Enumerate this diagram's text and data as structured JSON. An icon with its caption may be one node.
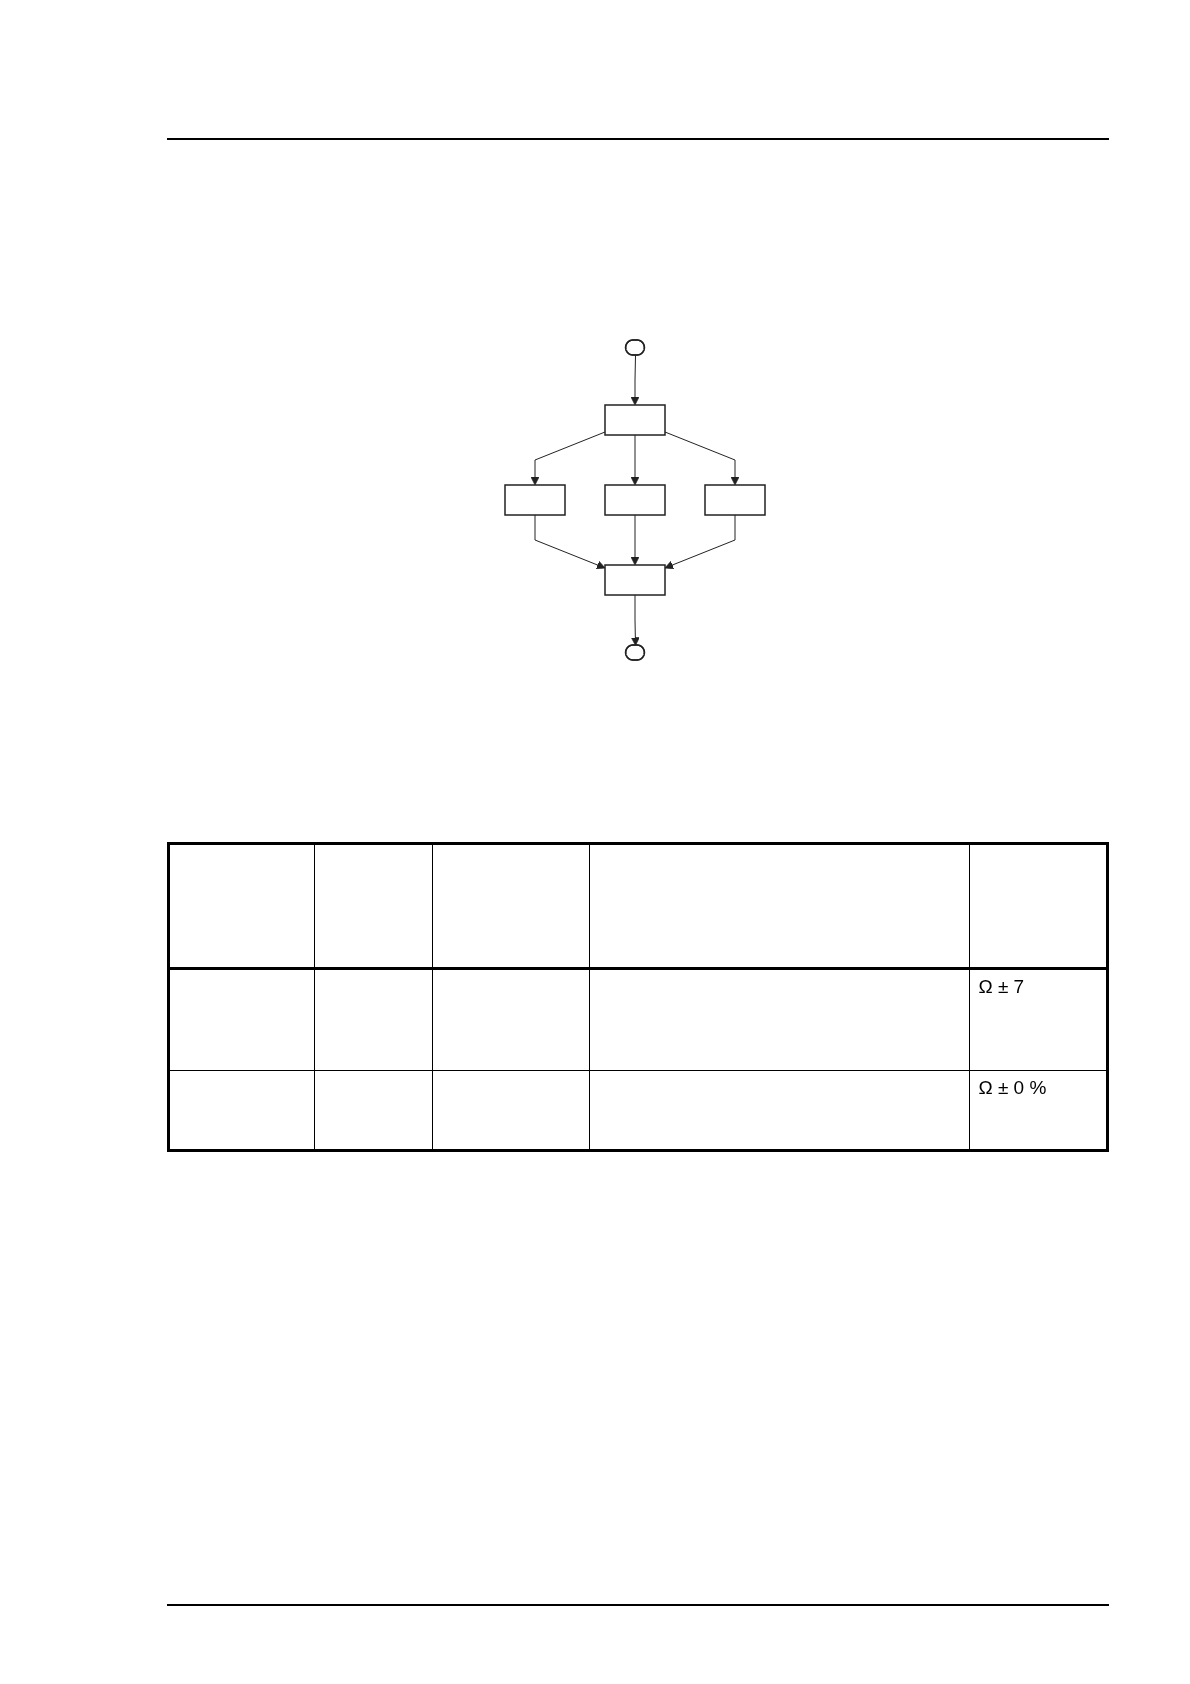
{
  "diagram": {
    "nodes": [
      {
        "text": [],
        "shape": "pill"
      },
      {
        "text": [],
        "shape": "box"
      },
      {
        "text": [],
        "shape": "box"
      },
      {
        "text": [],
        "shape": "box"
      },
      {
        "text": [],
        "shape": "box"
      },
      {
        "text": [],
        "shape": "box"
      },
      {
        "text": [],
        "shape": "pill"
      }
    ],
    "edges": [
      {
        "from": 0,
        "to": 1,
        "arrow": "to"
      },
      {
        "from": 1,
        "to": 2,
        "arrow": "to"
      },
      {
        "from": 1,
        "to": 3,
        "arrow": "to"
      },
      {
        "from": 1,
        "to": 4,
        "arrow": "to"
      },
      {
        "from": 2,
        "to": 5,
        "arrow": "to"
      },
      {
        "from": 3,
        "to": 5,
        "arrow": "to"
      },
      {
        "from": 4,
        "to": 5,
        "arrow": "to"
      },
      {
        "from": 5,
        "to": 6,
        "arrow": "to"
      }
    ],
    "labels": [
      "Ω ± 7",
      "Ω ± 0 %"
    ]
  }
}
